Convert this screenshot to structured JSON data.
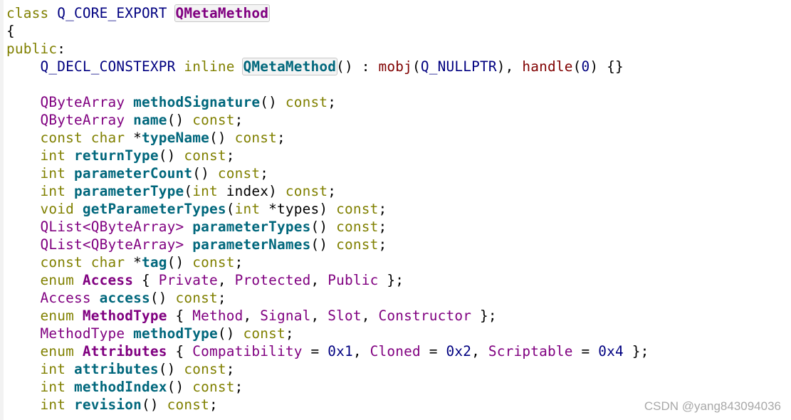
{
  "editor": {
    "lines": [
      [
        [
          "kw",
          "class "
        ],
        [
          "mac",
          "Q_CORE_EXPORT "
        ],
        [
          "cls-hl",
          "QMetaMethod"
        ]
      ],
      [
        [
          "plain",
          "{"
        ]
      ],
      [
        [
          "kw",
          "public"
        ],
        [
          "plain",
          ":"
        ]
      ],
      [
        [
          "plain",
          "    "
        ],
        [
          "mac",
          "Q_DECL_CONSTEXPR "
        ],
        [
          "kw",
          "inline "
        ],
        [
          "fn-hl",
          "QMetaMethod"
        ],
        [
          "plain",
          "() : "
        ],
        [
          "mem",
          "mobj"
        ],
        [
          "plain",
          "("
        ],
        [
          "mac",
          "Q_NULLPTR"
        ],
        [
          "plain",
          "), "
        ],
        [
          "mem",
          "handle"
        ],
        [
          "plain",
          "("
        ],
        [
          "num",
          "0"
        ],
        [
          "plain",
          ") {}"
        ]
      ],
      [
        [
          "plain",
          ""
        ]
      ],
      [
        [
          "plain",
          "    "
        ],
        [
          "type",
          "QByteArray "
        ],
        [
          "fn",
          "methodSignature"
        ],
        [
          "plain",
          "() "
        ],
        [
          "kw",
          "const"
        ],
        [
          "plain",
          ";"
        ]
      ],
      [
        [
          "plain",
          "    "
        ],
        [
          "type",
          "QByteArray "
        ],
        [
          "fn",
          "name"
        ],
        [
          "plain",
          "() "
        ],
        [
          "kw",
          "const"
        ],
        [
          "plain",
          ";"
        ]
      ],
      [
        [
          "plain",
          "    "
        ],
        [
          "kw",
          "const char "
        ],
        [
          "plain",
          "*"
        ],
        [
          "fn",
          "typeName"
        ],
        [
          "plain",
          "() "
        ],
        [
          "kw",
          "const"
        ],
        [
          "plain",
          ";"
        ]
      ],
      [
        [
          "plain",
          "    "
        ],
        [
          "kw",
          "int "
        ],
        [
          "fn",
          "returnType"
        ],
        [
          "plain",
          "() "
        ],
        [
          "kw",
          "const"
        ],
        [
          "plain",
          ";"
        ]
      ],
      [
        [
          "plain",
          "    "
        ],
        [
          "kw",
          "int "
        ],
        [
          "fn",
          "parameterCount"
        ],
        [
          "plain",
          "() "
        ],
        [
          "kw",
          "const"
        ],
        [
          "plain",
          ";"
        ]
      ],
      [
        [
          "plain",
          "    "
        ],
        [
          "kw",
          "int "
        ],
        [
          "fn",
          "parameterType"
        ],
        [
          "plain",
          "("
        ],
        [
          "kw",
          "int "
        ],
        [
          "plain",
          "index) "
        ],
        [
          "kw",
          "const"
        ],
        [
          "plain",
          ";"
        ]
      ],
      [
        [
          "plain",
          "    "
        ],
        [
          "kw",
          "void "
        ],
        [
          "fn",
          "getParameterTypes"
        ],
        [
          "plain",
          "("
        ],
        [
          "kw",
          "int "
        ],
        [
          "plain",
          "*types) "
        ],
        [
          "kw",
          "const"
        ],
        [
          "plain",
          ";"
        ]
      ],
      [
        [
          "plain",
          "    "
        ],
        [
          "type",
          "QList<QByteArray> "
        ],
        [
          "fn",
          "parameterTypes"
        ],
        [
          "plain",
          "() "
        ],
        [
          "kw",
          "const"
        ],
        [
          "plain",
          ";"
        ]
      ],
      [
        [
          "plain",
          "    "
        ],
        [
          "type",
          "QList<QByteArray> "
        ],
        [
          "fn",
          "parameterNames"
        ],
        [
          "plain",
          "() "
        ],
        [
          "kw",
          "const"
        ],
        [
          "plain",
          ";"
        ]
      ],
      [
        [
          "plain",
          "    "
        ],
        [
          "kw",
          "const char "
        ],
        [
          "plain",
          "*"
        ],
        [
          "fn",
          "tag"
        ],
        [
          "plain",
          "() "
        ],
        [
          "kw",
          "const"
        ],
        [
          "plain",
          ";"
        ]
      ],
      [
        [
          "plain",
          "    "
        ],
        [
          "kw",
          "enum "
        ],
        [
          "cls",
          "Access"
        ],
        [
          "plain",
          " { "
        ],
        [
          "enumv",
          "Private"
        ],
        [
          "plain",
          ", "
        ],
        [
          "enumv",
          "Protected"
        ],
        [
          "plain",
          ", "
        ],
        [
          "enumv",
          "Public"
        ],
        [
          "plain",
          " };"
        ]
      ],
      [
        [
          "plain",
          "    "
        ],
        [
          "type",
          "Access "
        ],
        [
          "fn",
          "access"
        ],
        [
          "plain",
          "() "
        ],
        [
          "kw",
          "const"
        ],
        [
          "plain",
          ";"
        ]
      ],
      [
        [
          "plain",
          "    "
        ],
        [
          "kw",
          "enum "
        ],
        [
          "cls",
          "MethodType"
        ],
        [
          "plain",
          " { "
        ],
        [
          "enumv",
          "Method"
        ],
        [
          "plain",
          ", "
        ],
        [
          "enumv",
          "Signal"
        ],
        [
          "plain",
          ", "
        ],
        [
          "enumv",
          "Slot"
        ],
        [
          "plain",
          ", "
        ],
        [
          "enumv",
          "Constructor"
        ],
        [
          "plain",
          " };"
        ]
      ],
      [
        [
          "plain",
          "    "
        ],
        [
          "type",
          "MethodType "
        ],
        [
          "fn",
          "methodType"
        ],
        [
          "plain",
          "() "
        ],
        [
          "kw",
          "const"
        ],
        [
          "plain",
          ";"
        ]
      ],
      [
        [
          "plain",
          "    "
        ],
        [
          "kw",
          "enum "
        ],
        [
          "cls",
          "Attributes"
        ],
        [
          "plain",
          " { "
        ],
        [
          "enumv",
          "Compatibility"
        ],
        [
          "plain",
          " = "
        ],
        [
          "num",
          "0x1"
        ],
        [
          "plain",
          ", "
        ],
        [
          "enumv",
          "Cloned"
        ],
        [
          "plain",
          " = "
        ],
        [
          "num",
          "0x2"
        ],
        [
          "plain",
          ", "
        ],
        [
          "enumv",
          "Scriptable"
        ],
        [
          "plain",
          " = "
        ],
        [
          "num",
          "0x4"
        ],
        [
          "plain",
          " };"
        ]
      ],
      [
        [
          "plain",
          "    "
        ],
        [
          "kw",
          "int "
        ],
        [
          "fn",
          "attributes"
        ],
        [
          "plain",
          "() "
        ],
        [
          "kw",
          "const"
        ],
        [
          "plain",
          ";"
        ]
      ],
      [
        [
          "plain",
          "    "
        ],
        [
          "kw",
          "int "
        ],
        [
          "fn",
          "methodIndex"
        ],
        [
          "plain",
          "() "
        ],
        [
          "kw",
          "const"
        ],
        [
          "plain",
          ";"
        ]
      ],
      [
        [
          "plain",
          "    "
        ],
        [
          "kw",
          "int "
        ],
        [
          "fn",
          "revision"
        ],
        [
          "plain",
          "() "
        ],
        [
          "kw",
          "const"
        ],
        [
          "plain",
          ";"
        ]
      ]
    ]
  },
  "watermark": "CSDN @yang843094036"
}
